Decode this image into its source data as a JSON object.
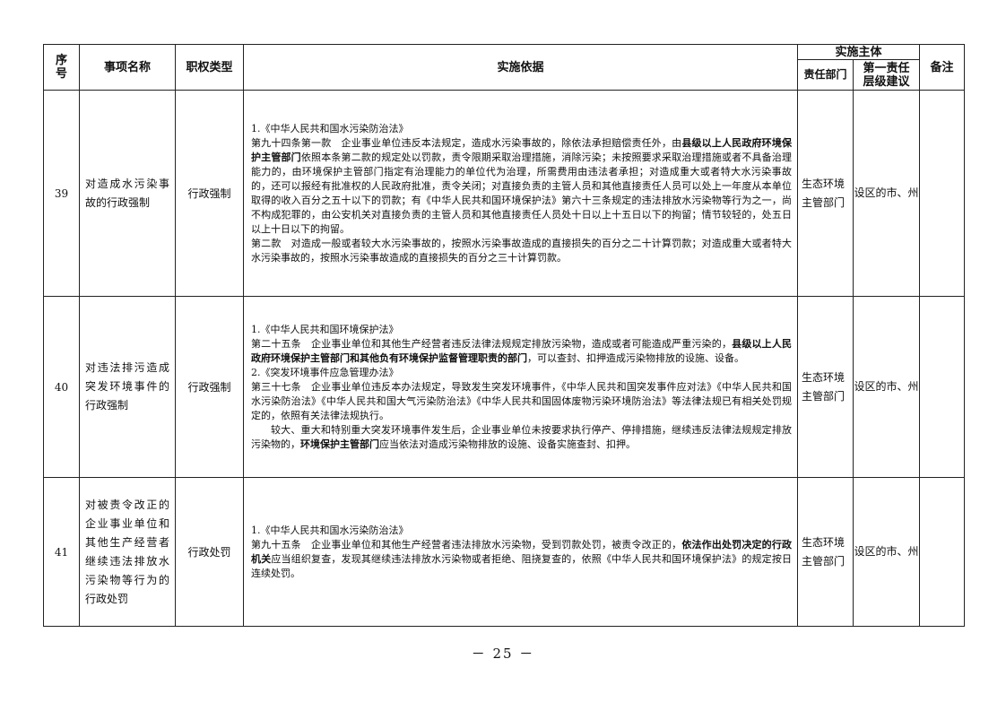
{
  "header": {
    "seq": "序号",
    "name": "事项名称",
    "type": "职权类型",
    "basis": "实施依据",
    "subject": "实施主体",
    "dept": "责任部门",
    "level": "第一责任层级建议",
    "note": "备注"
  },
  "rows": [
    {
      "seq": "39",
      "name": "对造成水污染事故的行政强制",
      "type": "行政强制",
      "basis": [
        {
          "indent": false,
          "parts": [
            {
              "t": "1.《中华人民共和国水污染防治法》",
              "b": false
            }
          ]
        },
        {
          "indent": false,
          "parts": [
            {
              "t": "第九十四条第一款　企业事业单位违反本法规定，造成水污染事故的，除依法承担赔偿责任外，由",
              "b": false
            },
            {
              "t": "县级以上人民政府环境保护主管部门",
              "b": true
            },
            {
              "t": "依照本条第二款的规定处以罚款，责令限期采取治理措施，消除污染；未按照要求采取治理措施或者不具备治理能力的，由环境保护主管部门指定有治理能力的单位代为治理，所需费用由违法者承担；对造成重大或者特大水污染事故的，还可以报经有批准权的人民政府批准，责令关闭；对直接负责的主管人员和其他直接责任人员可以处上一年度从本单位取得的收入百分之五十以下的罚款；有《中华人民共和国环境保护法》第六十三条规定的违法排放水污染物等行为之一，尚不构成犯罪的，由公安机关对直接负责的主管人员和其他直接责任人员处十日以上十五日以下的拘留；情节较轻的，处五日以上十日以下的拘留。",
              "b": false
            }
          ]
        },
        {
          "indent": false,
          "parts": [
            {
              "t": "第二款　对造成一般或者较大水污染事故的，按照水污染事故造成的直接损失的百分之二十计算罚款；对造成重大或者特大水污染事故的，按照水污染事故造成的直接损失的百分之三十计算罚款。",
              "b": false
            }
          ]
        }
      ],
      "dept": "生态环境主管部门",
      "level": "设区的市、州",
      "note": ""
    },
    {
      "seq": "40",
      "name": "对违法排污造成突发环境事件的行政强制",
      "type": "行政强制",
      "basis": [
        {
          "indent": false,
          "parts": [
            {
              "t": "1.《中华人民共和国环境保护法》",
              "b": false
            }
          ]
        },
        {
          "indent": false,
          "parts": [
            {
              "t": "第二十五条　企业事业单位和其他生产经营者违反法律法规规定排放污染物，造成或者可能造成严重污染的，",
              "b": false
            },
            {
              "t": "县级以上人民政府环境保护主管部门和其他负有环境保护监督管理职责的部门",
              "b": true
            },
            {
              "t": "，可以查封、扣押造成污染物排放的设施、设备。",
              "b": false
            }
          ]
        },
        {
          "indent": false,
          "parts": [
            {
              "t": "2.《突发环境事件应急管理办法》",
              "b": false
            }
          ]
        },
        {
          "indent": false,
          "parts": [
            {
              "t": "第三十七条　企业事业单位违反本办法规定，导致发生突发环境事件，《中华人民共和国突发事件应对法》《中华人民共和国水污染防治法》《中华人民共和国大气污染防治法》《中华人民共和国固体废物污染环境防治法》等法律法规已有相关处罚规定的，依照有关法律法规执行。",
              "b": false
            }
          ]
        },
        {
          "indent": true,
          "parts": [
            {
              "t": "较大、重大和特别重大突发环境事件发生后，企业事业单位未按要求执行停产、停排措施，继续违反法律法规规定排放污染物的，",
              "b": false
            },
            {
              "t": "环境保护主管部门",
              "b": true
            },
            {
              "t": "应当依法对造成污染物排放的设施、设备实施查封、扣押。",
              "b": false
            }
          ]
        }
      ],
      "dept": "生态环境主管部门",
      "level": "设区的市、州",
      "note": ""
    },
    {
      "seq": "41",
      "name": "对被责令改正的企业事业单位和其他生产经营者继续违法排放水污染物等行为的行政处罚",
      "type": "行政处罚",
      "basis": [
        {
          "indent": false,
          "parts": [
            {
              "t": "1.《中华人民共和国水污染防治法》",
              "b": false
            }
          ]
        },
        {
          "indent": false,
          "parts": [
            {
              "t": "第九十五条　企业事业单位和其他生产经营者违法排放水污染物，受到罚款处罚，被责令改正的，",
              "b": false
            },
            {
              "t": "依法作出处罚决定的行政机关",
              "b": true
            },
            {
              "t": "应当组织复查，发现其继续违法排放水污染物或者拒绝、阻挠复查的，依照《中华人民共和国环境保护法》的规定按日连续处罚。",
              "b": false
            }
          ]
        }
      ],
      "dept": "生态环境主管部门",
      "level": "设区的市、州",
      "note": ""
    }
  ],
  "footer": {
    "page": "－ 25 －"
  }
}
